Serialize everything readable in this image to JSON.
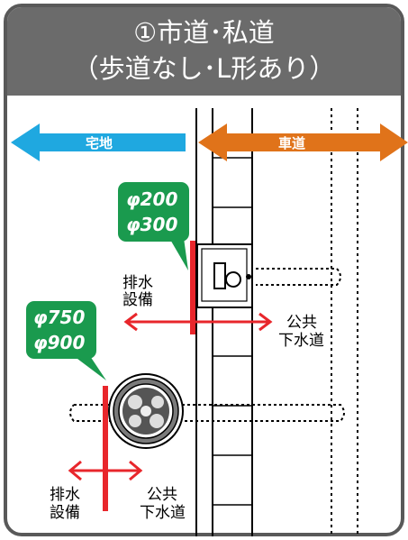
{
  "title": {
    "line1": "①市道･私道",
    "line2": "（歩道なし･L形あり）"
  },
  "arrows": {
    "left_label": "宅地",
    "right_label": "車道"
  },
  "callout_upper": {
    "line1": "φ200",
    "line2": "φ300"
  },
  "callout_lower": {
    "line1": "φ750",
    "line2": "φ900"
  },
  "labels": {
    "drain_upper": [
      "排水",
      "設備"
    ],
    "sewer_upper": [
      "公共",
      "下水道"
    ],
    "drain_lower": [
      "排水",
      "設備"
    ],
    "sewer_lower": [
      "公共",
      "下水道"
    ]
  },
  "colors": {
    "header_bg": "#6b6b6b",
    "frame": "#595959",
    "left_arrow": "#1fa8e0",
    "right_arrow": "#e0731a",
    "callout": "#1a9a4e",
    "red": "#e8262b"
  }
}
